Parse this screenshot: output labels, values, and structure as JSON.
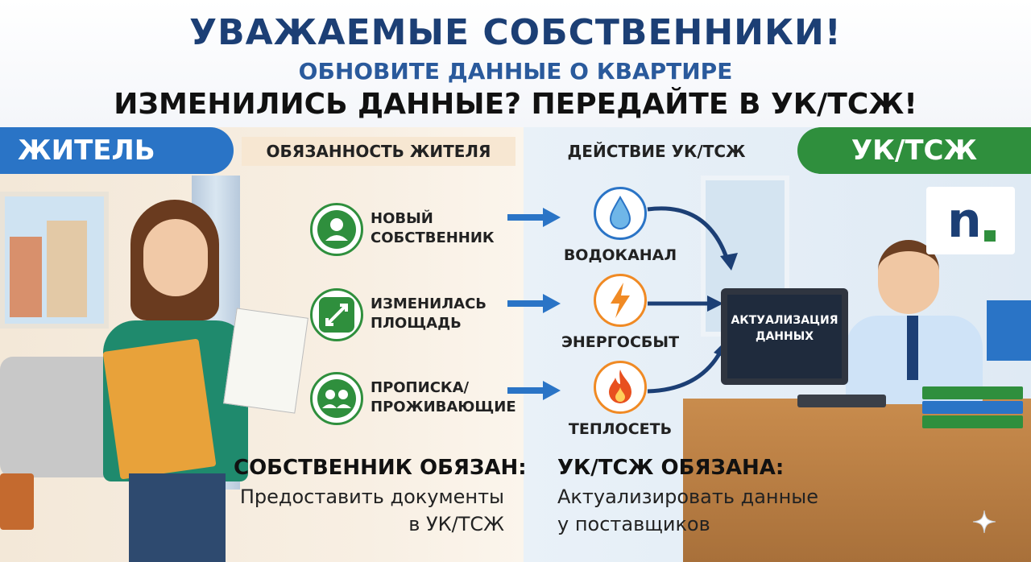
{
  "header": {
    "title": "УВАЖАЕМЫЕ СОБСТВЕННИКИ!",
    "subtitle": "ОБНОВИТЕ ДАННЫЕ О КВАРТИРЕ",
    "tagline": "ИЗМЕНИЛИСЬ ДАННЫЕ? ПЕРЕДАЙТЕ В УК/ТСЖ!"
  },
  "badges": {
    "left": "ЖИТЕЛЬ",
    "right": "УК/ТСЖ"
  },
  "columns": {
    "left": "ОБЯЗАННОСТЬ ЖИТЕЛЯ",
    "right": "ДЕЙСТВИЕ УК/ТСЖ"
  },
  "resident_items": [
    {
      "label": "НОВЫЙ\nСОБСТВЕННИК",
      "icon": "person-icon"
    },
    {
      "label": "ИЗМЕНИЛАСЬ\nПЛОЩАДЬ",
      "icon": "resize-icon"
    },
    {
      "label": "ПРОПИСКА/\nПРОЖИВАЮЩИЕ",
      "icon": "people-icon"
    }
  ],
  "services": [
    {
      "label": "ВОДОКАНАЛ",
      "icon": "water-drop-icon"
    },
    {
      "label": "ЭНЕРГОСБЫТ",
      "icon": "lightning-icon"
    },
    {
      "label": "ТЕПЛОСЕТЬ",
      "icon": "fire-icon"
    }
  ],
  "monitor_text": "АКТУАЛИЗАЦИЯ\nДАННЫХ",
  "logo_letter": "n",
  "bottom": {
    "left_heading": "СОБСТВЕННИК ОБЯЗАН:",
    "left_body": "Предоставить документы\nв УК/ТСЖ",
    "right_heading": "УК/ТСЖ ОБЯЗАНА:",
    "right_body": "Актуализировать данные\nу поставщиков"
  },
  "colors": {
    "navy": "#1c3f75",
    "blue": "#2a74c6",
    "green": "#2f8f3d",
    "orange": "#f08a24"
  }
}
